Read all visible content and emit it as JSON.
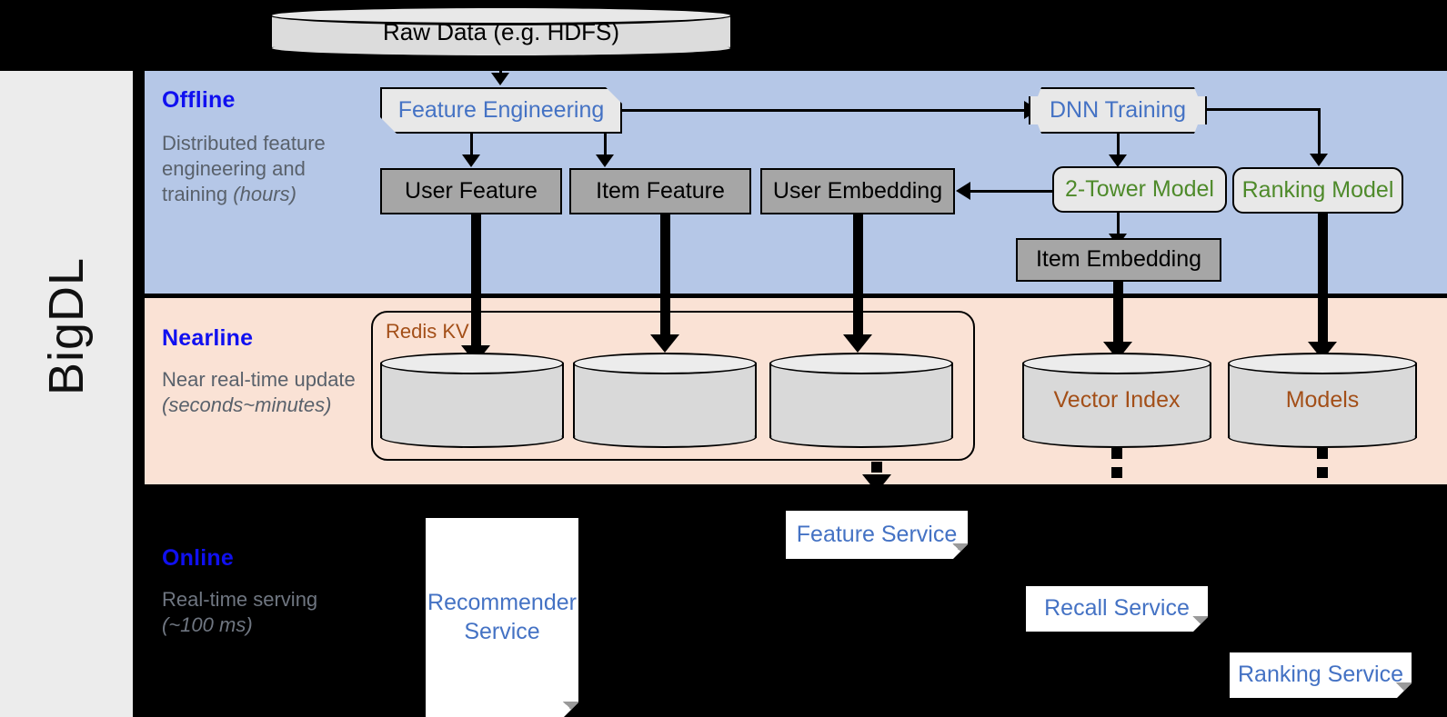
{
  "product": {
    "name": "BigDL"
  },
  "source": {
    "label": "Raw Data (e.g. HDFS)"
  },
  "bands": {
    "offline": {
      "title": "Offline",
      "subtitle_main": "Distributed feature engineering and training ",
      "subtitle_em": "(hours)",
      "bg": "#b5c7e7"
    },
    "nearline": {
      "title": "Nearline",
      "subtitle_main": "Near real-time update ",
      "subtitle_em": "(seconds~minutes)",
      "bg": "#fae2d5"
    },
    "online": {
      "title": "Online",
      "subtitle_main": "Real-time serving ",
      "subtitle_em": "(~100 ms)",
      "bg": "#000000"
    }
  },
  "offline": {
    "feature_engineering": "Feature Engineering",
    "dnn_training": "DNN Training",
    "user_feature": "User Feature",
    "item_feature": "Item Feature",
    "user_embedding": "User Embedding",
    "two_tower_model": "2-Tower Model",
    "ranking_model": "Ranking Model",
    "item_embedding": "Item Embedding"
  },
  "nearline": {
    "redis_kv": "Redis KV",
    "stores": [
      "",
      "",
      ""
    ],
    "vector_index": "Vector Index",
    "models": "Models"
  },
  "online": {
    "recommender_service": "Recommender Service",
    "feature_service": "Feature Service",
    "recall_service": "Recall Service",
    "ranking_service": "Ranking Service"
  },
  "colors": {
    "title_blue": "#1010f0",
    "text_blue": "#4472c4",
    "text_green": "#4e8a2a",
    "text_brown": "#a34f18",
    "gray_store": "#a6a6a6",
    "proc_fill": "#e8e8e8"
  }
}
